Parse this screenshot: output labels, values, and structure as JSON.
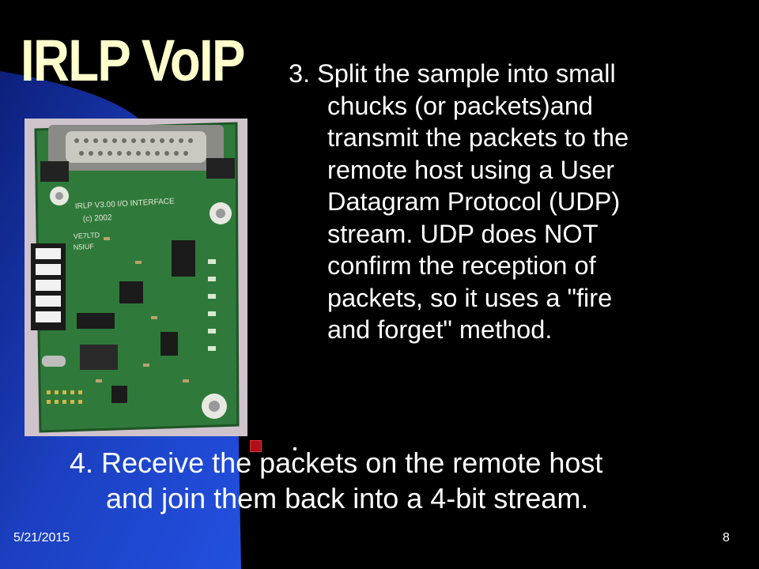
{
  "slide": {
    "title": "IRLP VoIP",
    "point3": {
      "first_line": "3. Split the sample into small",
      "lines": [
        "chucks (or packets)and",
        "transmit the packets to the",
        "remote host using a User",
        "Datagram Protocol (UDP)",
        "stream. UDP does NOT",
        "confirm the reception of",
        "packets, so it uses a \"fire",
        "and forget\" method."
      ]
    },
    "point4": {
      "line1": "4.  Receive the packets on the remote host",
      "line2": "and join them back into a 4-bit stream."
    },
    "footer": {
      "date": "5/21/2015",
      "page": "8"
    },
    "colors": {
      "background": "#000000",
      "accent_blue": "#1b3fbf",
      "title": "#ffffcc",
      "bullet": "#b00e1a"
    },
    "photo_label": "IRLP V3.00 I/O INTERFACE (c) 2002 VE7LTD N5IUF"
  }
}
